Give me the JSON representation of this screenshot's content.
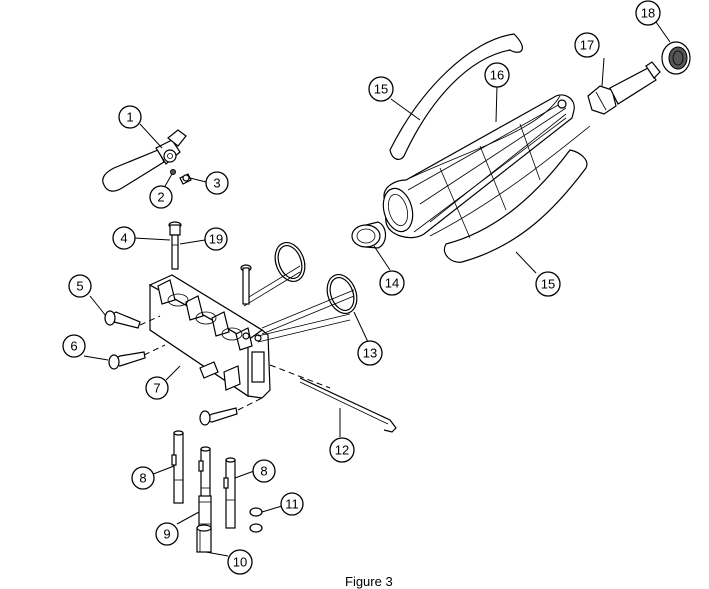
{
  "figure": {
    "caption": "Figure 3"
  },
  "callouts": {
    "c1": "1",
    "c2": "2",
    "c3": "3",
    "c4": "4",
    "c5": "5",
    "c6": "6",
    "c7": "7",
    "c8a": "8",
    "c8b": "8",
    "c9": "9",
    "c10": "10",
    "c11": "11",
    "c12": "12",
    "c13": "13",
    "c14": "14",
    "c15a": "15",
    "c15b": "15",
    "c16": "16",
    "c17": "17",
    "c18": "18",
    "c19": "19"
  }
}
